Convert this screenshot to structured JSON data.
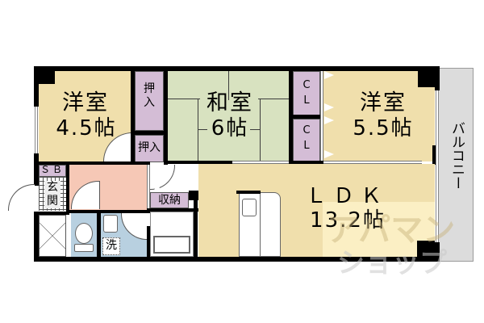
{
  "floorplan": {
    "rooms": {
      "western_room_1": {
        "name": "洋室",
        "size": "4.5帖"
      },
      "japanese_room": {
        "name": "和室",
        "size": "6帖"
      },
      "western_room_2": {
        "name": "洋室",
        "size": "5.5帖"
      },
      "ldk": {
        "name": "ＬＤＫ",
        "size": "13.2帖"
      },
      "balcony": {
        "name": "バルコニー"
      },
      "entrance": {
        "name": "玄関"
      },
      "shoe_box": {
        "name": "ＳＢ"
      },
      "closet_oshiire_1": {
        "name": "押入"
      },
      "closet_oshiire_2": {
        "name": "押入"
      },
      "closet_cl_1": {
        "name": "CL"
      },
      "closet_cl_2": {
        "name": "CL"
      },
      "storage": {
        "name": "収納"
      },
      "washer": {
        "name": "洗"
      }
    },
    "watermark": {
      "line1": "アパマン",
      "line2": "ショップ"
    },
    "colors": {
      "western_floor": "#f0dfac",
      "japanese_floor": "#d8e2c0",
      "closet": "#d4bdd6",
      "hallway": "#f6c8b6",
      "wet_area": "#b8d0e0",
      "balcony": "#dcdcdc",
      "wall": "#000000"
    }
  }
}
